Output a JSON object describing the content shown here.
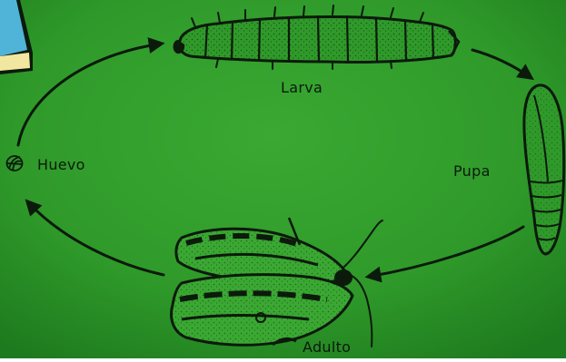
{
  "diagram": {
    "stages": {
      "egg": "Huevo",
      "larva": "Larva",
      "pupa": "Pupa",
      "adult": "Adulto"
    },
    "colors": {
      "background": "#2f9a2a",
      "background_dark": "#1e7a1e",
      "ink": "#0c1a0c",
      "corner_blue": "#4fb4d8",
      "corner_yellow": "#f2e7a0"
    }
  }
}
